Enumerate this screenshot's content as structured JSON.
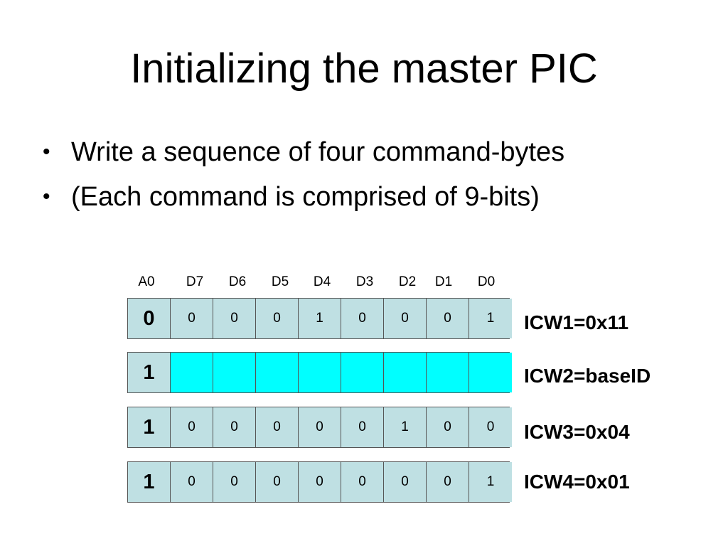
{
  "title": "Initializing the master PIC",
  "bullets": [
    "Write a sequence of four command-bytes",
    "(Each command is comprised of 9-bits)"
  ],
  "bullet_symbol": "•",
  "columns": [
    "A0",
    "D7",
    "D6",
    "D5",
    "D4",
    "D3",
    "D2",
    "D1",
    "D0"
  ],
  "colors": {
    "cell_fill": "#bfe0e3",
    "highlight_fill": "#00ffff",
    "border": "#555555"
  },
  "rows": [
    {
      "a0": "0",
      "bits": [
        "0",
        "0",
        "0",
        "1",
        "0",
        "0",
        "0",
        "1"
      ],
      "highlighted": false,
      "label": "ICW1=0x11"
    },
    {
      "a0": "1",
      "bits": [
        "",
        "",
        "",
        "",
        "",
        "",
        "",
        ""
      ],
      "highlighted": true,
      "label": "ICW2=baseID"
    },
    {
      "a0": "1",
      "bits": [
        "0",
        "0",
        "0",
        "0",
        "0",
        "1",
        "0",
        "0"
      ],
      "highlighted": false,
      "label": "ICW3=0x04"
    },
    {
      "a0": "1",
      "bits": [
        "0",
        "0",
        "0",
        "0",
        "0",
        "0",
        "0",
        "1"
      ],
      "highlighted": false,
      "label": "ICW4=0x01"
    }
  ]
}
